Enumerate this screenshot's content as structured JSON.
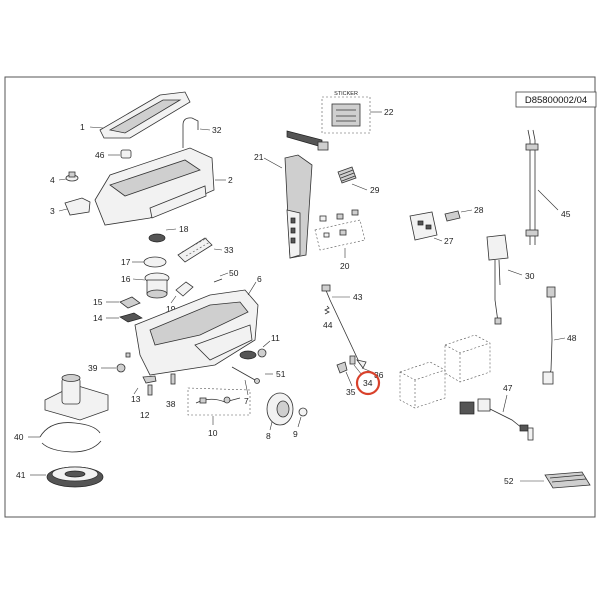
{
  "document_id": "D85800002/04",
  "sticker_label": "STICKER",
  "callouts": {
    "c1": "1",
    "c2": "2",
    "c3": "3",
    "c4": "4",
    "c6": "6",
    "c7": "7",
    "c8": "8",
    "c9": "9",
    "c10": "10",
    "c11": "11",
    "c12": "12",
    "c13": "13",
    "c14": "14",
    "c15": "15",
    "c16": "16",
    "c17": "17",
    "c18": "18",
    "c19": "19",
    "c20": "20",
    "c21": "21",
    "c22": "22",
    "c27": "27",
    "c28": "28",
    "c29": "29",
    "c30": "30",
    "c32": "32",
    "c33": "33",
    "c34": "34",
    "c35": "35",
    "c36": "36",
    "c38": "38",
    "c39": "39",
    "c40": "40",
    "c41": "41",
    "c43": "43",
    "c44": "44",
    "c45": "45",
    "c46": "46",
    "c47": "47",
    "c48": "48",
    "c50": "50",
    "c51": "51",
    "c52": "52"
  },
  "highlighted_callout": "34",
  "colors": {
    "highlight": "#d9412b",
    "line": "#333333"
  }
}
